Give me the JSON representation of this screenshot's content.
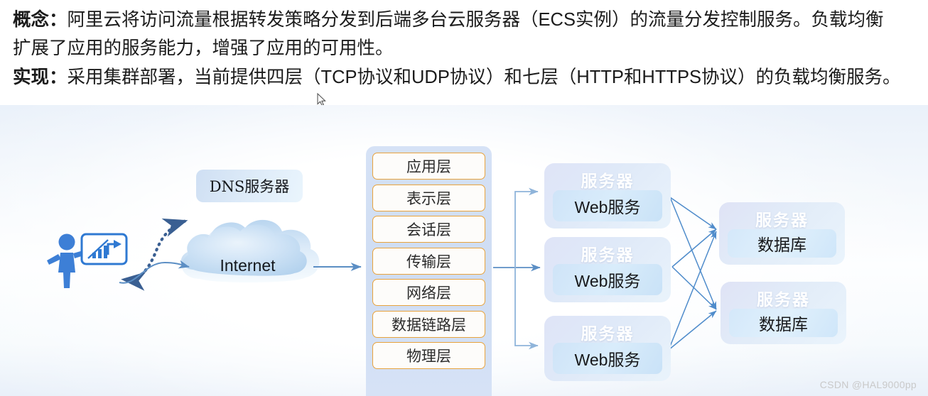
{
  "text_block": {
    "paragraphs": [
      {
        "lead": "概念：",
        "body": "阿里云将访问流量根据转发策略分发到后端多台云服务器（ECS实例）的流量分发控制服务。负载均衡"
      },
      {
        "lead": "",
        "body": "扩展了应用的服务能力，增强了应用的可用性。"
      },
      {
        "lead": "实现：",
        "body": "采用集群部署，当前提供四层（TCP协议和UDP协议）和七层（HTTP和HTTPS协议）的负载均衡服务。"
      }
    ]
  },
  "diagram": {
    "user": {
      "icon": "presenter-person-icon",
      "board_icon": "chart-board-icon"
    },
    "dns": {
      "label": "DNS服务器"
    },
    "cloud": {
      "label": "Internet"
    },
    "osi": {
      "layers": [
        "应用层",
        "表示层",
        "会话层",
        "传输层",
        "网络层",
        "数据链路层",
        "物理层"
      ]
    },
    "web_servers": [
      {
        "title": "服务器",
        "service": "Web服务"
      },
      {
        "title": "服务器",
        "service": "Web服务"
      },
      {
        "title": "服务器",
        "service": "Web服务"
      }
    ],
    "databases": [
      {
        "title": "服务器",
        "service": "数据库"
      },
      {
        "title": "服务器",
        "service": "数据库"
      }
    ],
    "colors": {
      "layer_border": "#e8a33d",
      "stack_bg": "#d6e2f6",
      "arrow": "#5b8ec4",
      "node_bg": "#dfe6f7",
      "user_icon": "#3d7fd6"
    }
  },
  "watermark": {
    "text": "CSDN @HAL9000pp"
  }
}
